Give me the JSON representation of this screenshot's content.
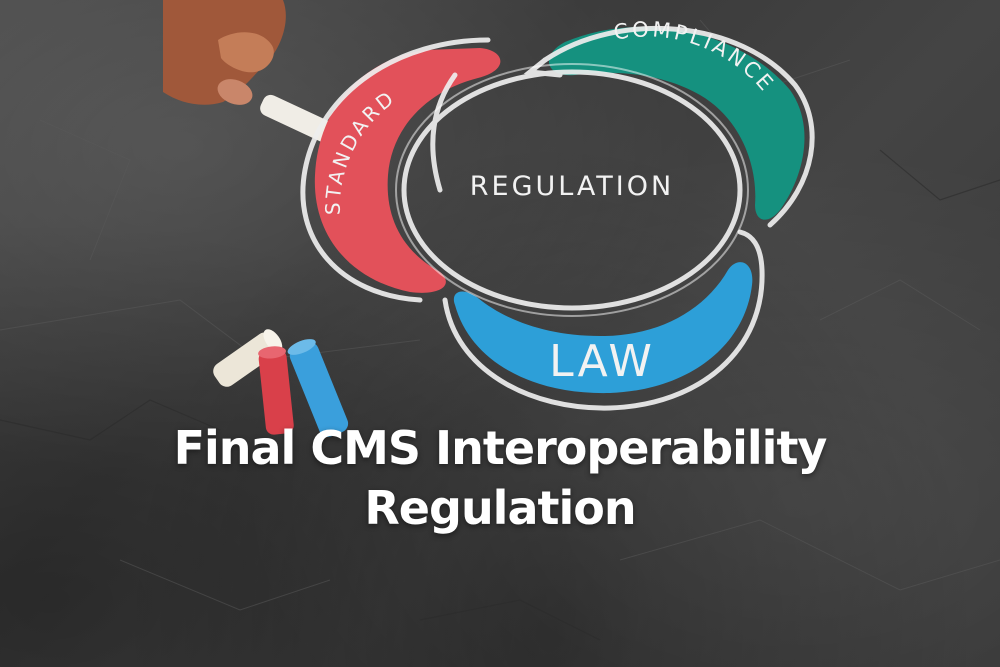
{
  "diagram": {
    "center_label": "REGULATION",
    "arcs": [
      {
        "label": "STANDARD",
        "color": "#e2515a"
      },
      {
        "label": "COMPLIANCE",
        "color": "#15917f"
      },
      {
        "label": "LAW",
        "color": "#2d9fd8"
      }
    ]
  },
  "headline": {
    "line1": "Final CMS Interoperability",
    "line2": "Regulation"
  },
  "chalk_sticks": [
    {
      "color": "#ece6d8"
    },
    {
      "color": "#d9404a"
    },
    {
      "color": "#3a9fdc"
    }
  ]
}
